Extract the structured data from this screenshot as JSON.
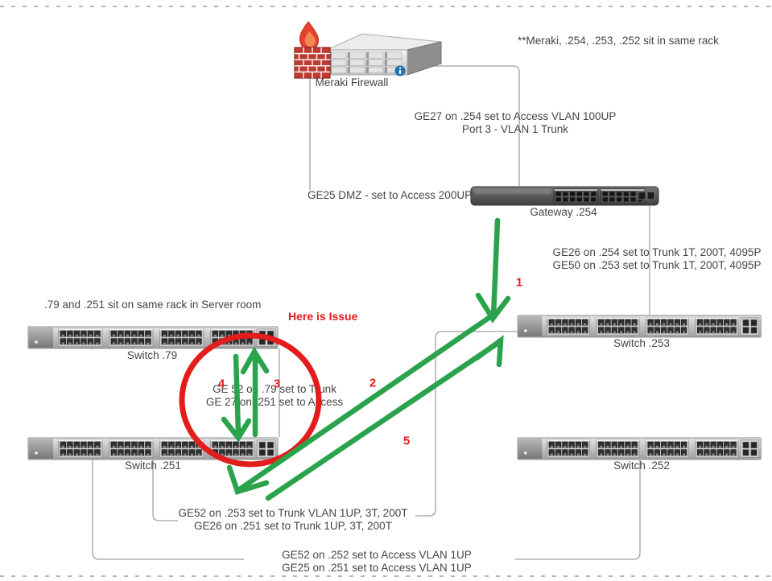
{
  "colors": {
    "annotation_green": "#2ba24c",
    "annotation_red": "#e31c1c",
    "connector_gray": "#a0a0a0",
    "info_blue": "#1f72ad",
    "text": "#454545"
  },
  "notes": {
    "rack_note": "**Meraki, .254, .253, .252 sit in same rack",
    "server_room_note": ".79 and .251 sit on same rack in Server room",
    "issue_note": "Here is Issue"
  },
  "devices": {
    "firewall": {
      "label": "Meraki Firewall"
    },
    "gateway": {
      "label": "Gateway .254"
    },
    "switch79": {
      "label": "Switch .79"
    },
    "switch253": {
      "label": "Switch .253"
    },
    "switch251": {
      "label": "Switch .251"
    },
    "switch252": {
      "label": "Switch .252"
    }
  },
  "links": {
    "ge27": {
      "line1": "GE27 on .254 set to Access VLAN 100UP",
      "line2": "Port 3 - VLAN 1 Trunk"
    },
    "ge25": {
      "line1": "GE25 DMZ - set to Access 200UP"
    },
    "ge26": {
      "line1": "GE26 on .254 set to Trunk 1T, 200T, 4095P",
      "line2": "GE50 on .253 set to Trunk 1T, 200T, 4095P"
    },
    "ge52_79": {
      "line1": "GE 52 on .79 set to Trunk",
      "line2": "GE 27 on .251 set to Access"
    },
    "trunk_bottom": {
      "line1": "GE52 on .253 set to Trunk VLAN 1UP, 3T, 200T",
      "line2": "GE26 on .251 set to Trunk 1UP, 3T, 200T"
    },
    "access_bottom": {
      "line1": "GE52 on .252 set to Access VLAN 1UP",
      "line2": "GE25 on .251 set to Access VLAN 1UP"
    }
  },
  "flow_numbers": {
    "n1": "1",
    "n2": "2",
    "n3": "3",
    "n4": "4",
    "n5": "5"
  }
}
